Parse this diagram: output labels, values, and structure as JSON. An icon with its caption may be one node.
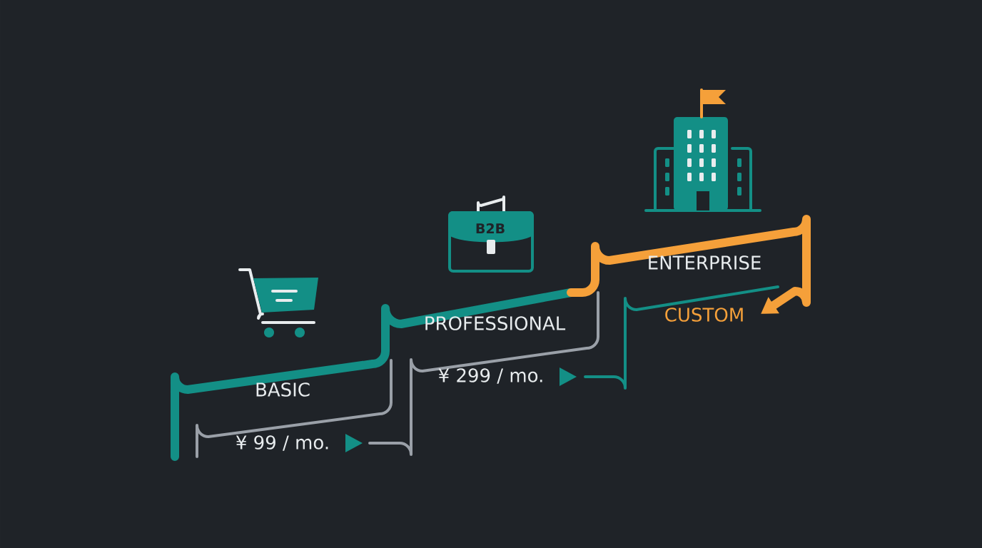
{
  "diagram": {
    "labels": [
      "BASIC",
      "¥ 99 / mo.",
      "B2B",
      "PROFESSIONAL",
      "¥ 299 / mo.",
      "ENTERPRISE",
      "CUSTOM"
    ]
  }
}
